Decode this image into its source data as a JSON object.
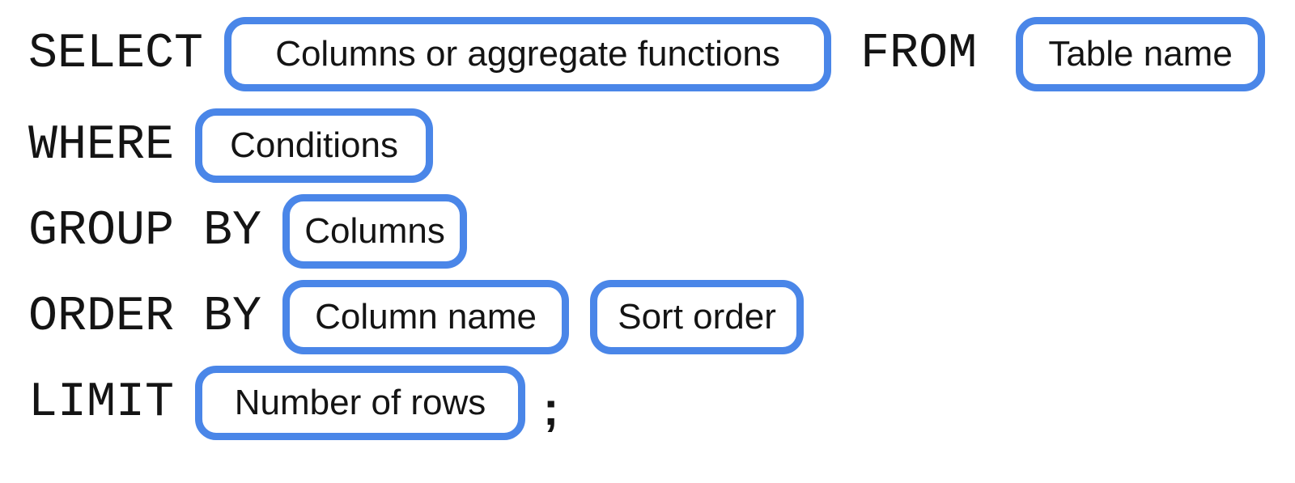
{
  "colors": {
    "accent_blue": "#4a86e8",
    "text": "#141414",
    "background": "#ffffff"
  },
  "lines": [
    {
      "keyword": "SELECT",
      "slot": "Columns or aggregate functions",
      "keyword2": "FROM",
      "slot2": "Table name"
    },
    {
      "keyword": "WHERE",
      "slot": "Conditions"
    },
    {
      "keyword": "GROUP BY",
      "slot": "Columns"
    },
    {
      "keyword": "ORDER BY",
      "slot": "Column name",
      "slot2": "Sort order"
    },
    {
      "keyword": "LIMIT",
      "slot": "Number of rows",
      "terminator": ";"
    }
  ]
}
